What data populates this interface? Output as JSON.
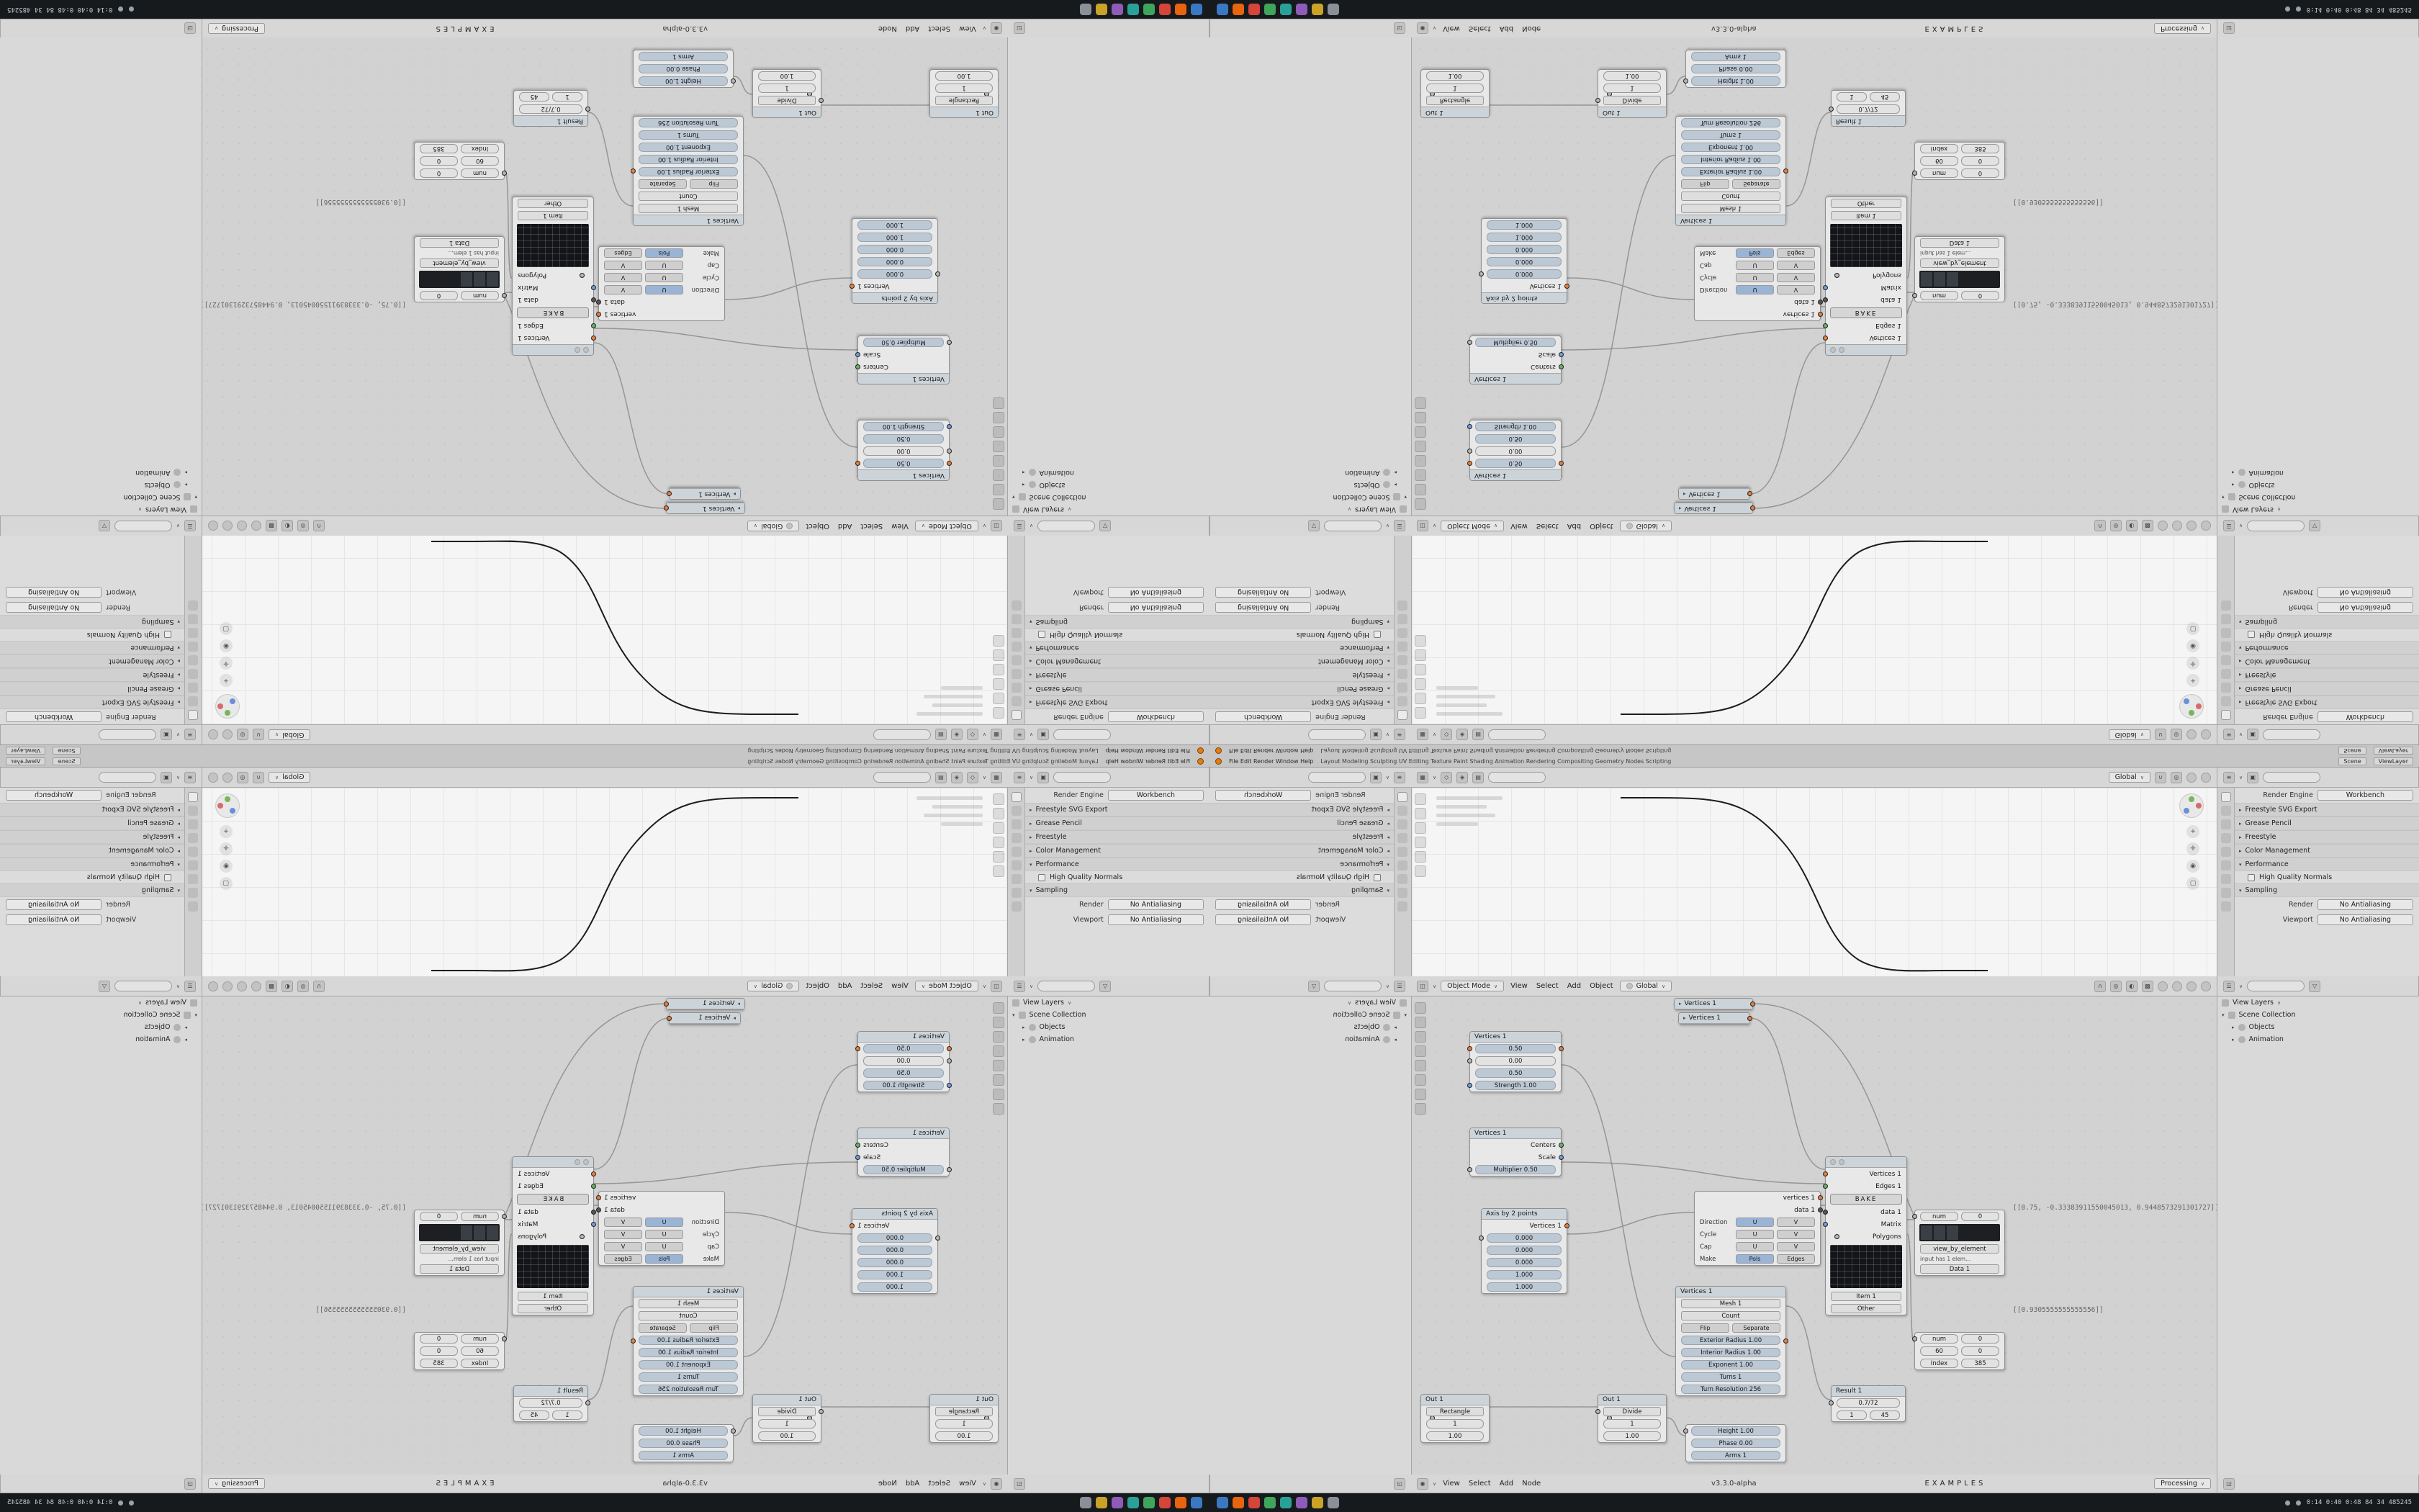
{
  "topbar": {
    "menus": "File  Edit  Render  Window  Help",
    "tabs": "Layout   Modeling   Sculpting   UV Editing   Texture Paint   Shading   Animation   Rendering   Compositing   Geometry Nodes   Scripting",
    "scene": "Scene",
    "view_layer": "ViewLayer"
  },
  "viewport_header": {
    "orientation": "Global"
  },
  "object_mode_header": {
    "mode": "Object Mode",
    "menus": [
      "View",
      "Select",
      "Add",
      "Object"
    ],
    "orientation": "Global"
  },
  "properties": {
    "render_engine_label": "Render Engine",
    "render_engine_value": "Workbench",
    "panels": [
      "Freestyle SVG Export",
      "Grease Pencil",
      "Freestyle",
      "Color Management",
      "Performance"
    ],
    "high_quality_normals": "High Quality Normals",
    "sampling": "Sampling",
    "render_label": "Render",
    "render_value": "No Antialiasing",
    "viewport_label": "Viewport",
    "viewport_value": "No Antialiasing"
  },
  "outliner": {
    "rows": [
      "View Layers",
      "Scene Collection",
      "Objects",
      "Animation"
    ]
  },
  "node_editor": {
    "menus": [
      "View",
      "Select",
      "Add",
      "Node"
    ],
    "version": "v3.3.0-alpha",
    "project": "EXAMPLES",
    "status": "Processing"
  },
  "nodes": {
    "n1a": {
      "title": "Vertices 1"
    },
    "n1b": {
      "title": "Vertices 1"
    },
    "n2": {
      "title": "Vertices 1",
      "r1": "0.50",
      "r2": "0.00",
      "r3": "0.50",
      "r4": "Strength 1.00"
    },
    "n3": {
      "title": "Vertices 1",
      "r1": "Centers",
      "r2": "Scale",
      "r3": "Multiplier 0.50"
    },
    "n4": {
      "title": "Axis by 2 points",
      "out": "Vertices 1",
      "v": [
        "0.000",
        "0.000",
        "0.000",
        "1.000",
        "1.000"
      ]
    },
    "n5": {
      "out1": "vertices 1",
      "out2": "data 1",
      "rows": [
        {
          "label": "Direction",
          "a": "U",
          "b": "V"
        },
        {
          "label": "Cycle",
          "a": "U",
          "b": "V"
        },
        {
          "label": "Cap",
          "a": "U",
          "b": "V"
        },
        {
          "label": "Make",
          "a": "Pols",
          "b": "Edges"
        }
      ]
    },
    "n6": {
      "s1": "Vertices 1",
      "s2": "Edges 1",
      "bake": "BAKE",
      "s3": "data 1",
      "s4": "Matrix",
      "s5": "Polygons",
      "d1": "Item 1",
      "d2": "Other"
    },
    "n7": {
      "title": "Vertices 1",
      "d1": "Mesh 1",
      "d2": "Count",
      "t1": "Flip",
      "t2": "Separate",
      "sliders": [
        "Exterior Radius 1.00",
        "Interior Radius 1.00",
        "Exponent 1.00",
        "Turns 1",
        "Turn Resolution 256"
      ]
    },
    "n8": {
      "sliders": [
        "Height 1.00",
        "Phase 0.00",
        "Arms 1"
      ]
    },
    "n9": {
      "title": "Out 1",
      "d": "Rectangle",
      "v1": "1",
      "v2": "1.00"
    },
    "n10": {
      "title": "Out 1",
      "d": "Divide",
      "v1": "1",
      "v2": "1.00"
    },
    "n11": {
      "title": "Result 1",
      "v": "0.7/72",
      "v1": "1",
      "v2": "45"
    },
    "n12": {
      "f1": "num",
      "f2": "0",
      "d1": "view_by_element",
      "note": "input has 1 elem...",
      "d2": "Data 1"
    },
    "n13": {
      "p1a": "num",
      "p1b": "0",
      "p2a": "60",
      "p2b": "0",
      "p3a": "Index",
      "p3b": "385"
    }
  },
  "annotations": {
    "vector_output": "[[0.75, -0.33383911550045013, 0.9448573291301727]]",
    "scalar_output": "[[0.9305555555555556]]"
  },
  "taskbar": {
    "tray": "0:14 0:40 0:48 84 34 485245"
  },
  "colors": {
    "blender_orange": "#e87d0d",
    "socket_orange": "#e77e3c",
    "socket_green": "#68b168",
    "socket_blue": "#6f9fd8",
    "taskbar_icons": [
      "#3b78c3",
      "#e8640f",
      "#d6453a",
      "#3fa55c",
      "#2aa198",
      "#8e5cb8",
      "#c9a227",
      "#8a8f98"
    ]
  }
}
